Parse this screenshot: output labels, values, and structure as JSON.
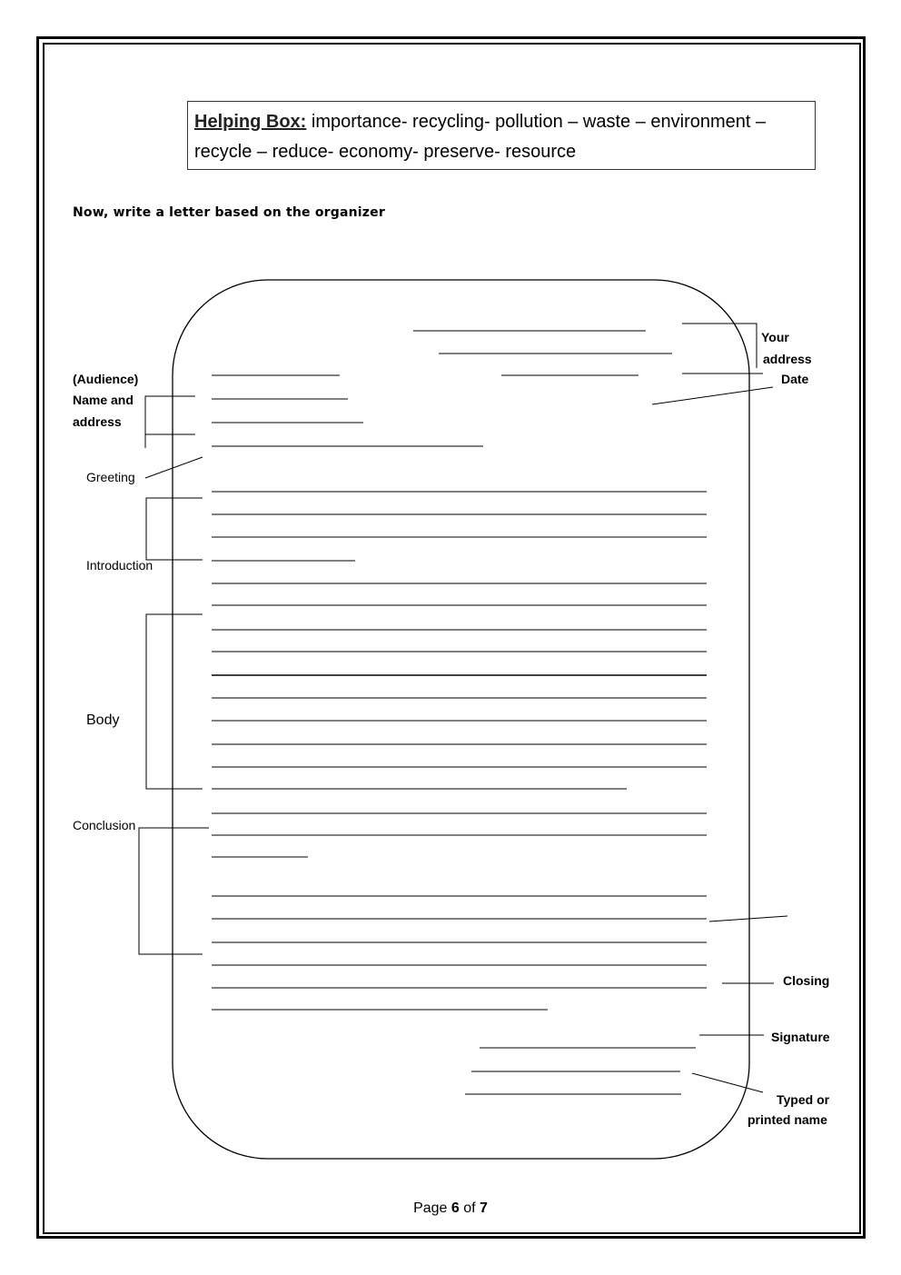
{
  "helping_box": {
    "title": "Helping Box:",
    "words": " importance- recycling- pollution – waste – environment – recycle – reduce- economy- preserve- resource"
  },
  "instruction": "Now, write a letter based on the organizer",
  "labels": {
    "your": "Your",
    "address": "address",
    "date": "Date",
    "audience": "(Audience)",
    "name_and": "Name and",
    "audience_address": "address",
    "greeting": "Greeting",
    "introduction": "Introduction",
    "body": "Body",
    "conclusion": "Conclusion",
    "closing": "Closing",
    "signature": "Signature",
    "typed_or": "Typed or",
    "printed_name": "printed name"
  },
  "footer": {
    "prefix": "Page ",
    "current": "6",
    "mid": " of ",
    "total": "7"
  }
}
